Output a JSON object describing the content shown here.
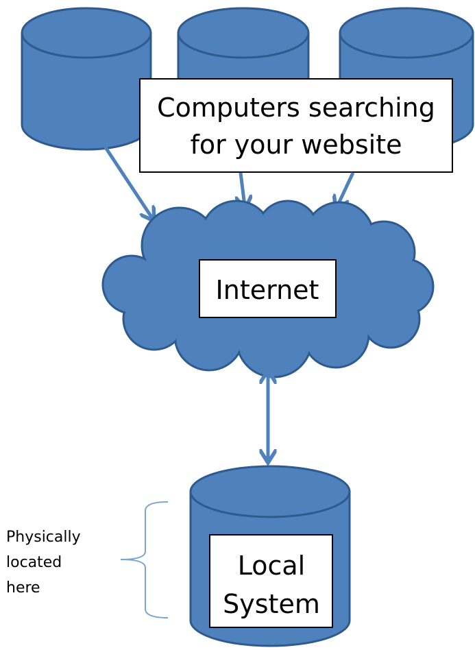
{
  "caption": {
    "line1": "Computers searching",
    "line2": "for your website"
  },
  "internet": {
    "label": "Internet"
  },
  "local_system": {
    "line1": "Local",
    "line2": "System"
  },
  "annotation": {
    "line1": "Physically",
    "line2": "located",
    "line3": "here"
  },
  "colors": {
    "fill": "#4f81bd",
    "stroke": "#2e5a8e",
    "arrow": "#4f81bd",
    "bracket": "#7fa3cf"
  }
}
